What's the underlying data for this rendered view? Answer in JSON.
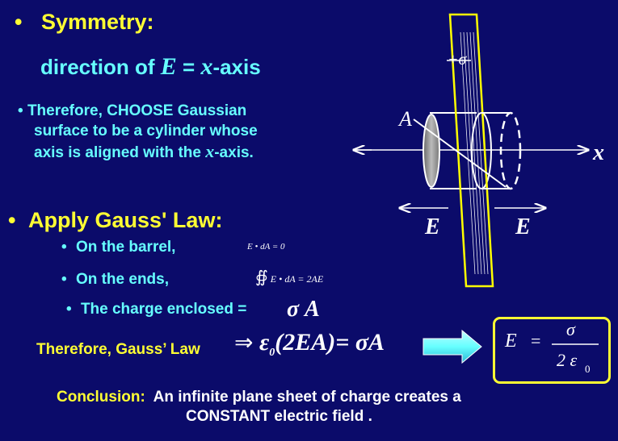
{
  "heading_symmetry": {
    "bullet": "•",
    "text": "Symmetry:"
  },
  "direction": {
    "prefix": "direction of ",
    "var": "E",
    "mid": " = ",
    "axis_var": "x",
    "suffix": "-axis"
  },
  "therefore": {
    "bullet": "•",
    "line1": "Therefore, CHOOSE Gaussian",
    "line2": "surface to be a cylinder whose",
    "line3_pre": "axis is aligned with the ",
    "line3_var": "x",
    "line3_post": "-axis."
  },
  "apply": {
    "bullet": "•",
    "text": "Apply Gauss' Law:"
  },
  "barrel": {
    "bullet": "•",
    "text": "On the barrel,",
    "eq": "E • dA = 0"
  },
  "ends": {
    "bullet": "•",
    "text": "On the ends,",
    "eq_integral": "∯",
    "eq": "E • dA = 2AE"
  },
  "charge": {
    "bullet": "•",
    "text": "The charge enclosed = ",
    "value": "σ A"
  },
  "gauss": {
    "text": "Therefore, Gauss’ Law",
    "implies": "⇒",
    "eps": "ε",
    "eps_sub": "0",
    "lhs": "(2EA)",
    "rhs": "= σA"
  },
  "result": {
    "lhs": "E",
    "eq": "=",
    "numerator": "σ",
    "denominator": "2 ε",
    "den_sub": "0"
  },
  "diagram": {
    "sigma_label": "+σ",
    "area_label": "A",
    "axis_label": "x",
    "field_left": "E",
    "field_right": "E"
  },
  "conclusion": {
    "label": "Conclusion:",
    "line1": "  An infinite plane sheet of charge creates a",
    "line2": "CONSTANT electric field ."
  },
  "colors": {
    "background": "#0b0b6a",
    "yellow": "#ffff33",
    "cyan": "#66ffff",
    "white": "#ffffff",
    "sheet": "#ffff00",
    "arrow": "#66ffff"
  }
}
